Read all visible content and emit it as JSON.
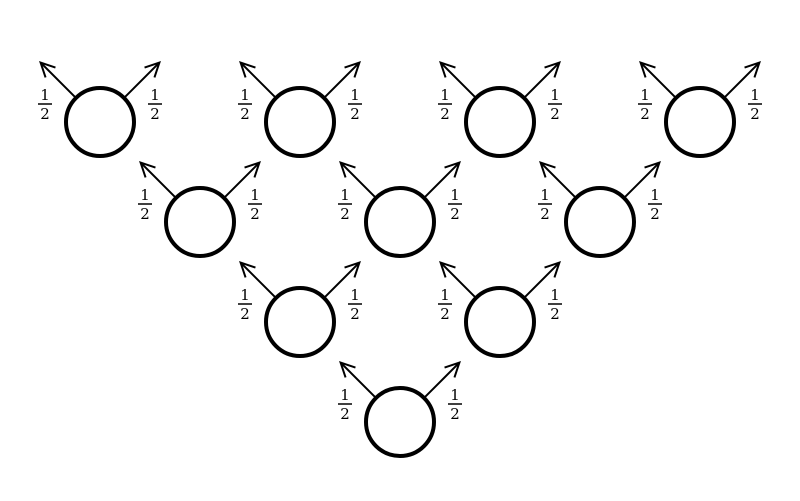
{
  "diagram": {
    "edge_probability": {
      "numerator": "1",
      "denominator": "2"
    },
    "levels": [
      {
        "row": 0,
        "node_count": 1
      },
      {
        "row": 1,
        "node_count": 2
      },
      {
        "row": 2,
        "node_count": 3
      },
      {
        "row": 3,
        "node_count": 4
      }
    ],
    "each_node_has": "two outgoing arrows, up-left and up-right, each labeled with the probability",
    "colors": {
      "stroke": "#000000",
      "background": "#ffffff"
    }
  }
}
